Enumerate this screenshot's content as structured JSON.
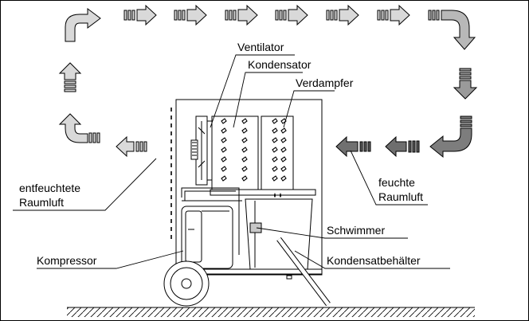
{
  "labels": {
    "ventilator": "Ventilator",
    "kondensator": "Kondensator",
    "verdampfer": "Verdampfer",
    "entfeuchtete_line1": "entfeuchtete",
    "entfeuchtete_line2": "Raumluft",
    "feuchte_line1": "feuchte",
    "feuchte_line2": "Raumluft",
    "schwimmer": "Schwimmer",
    "kompressor": "Kompressor",
    "kondensatbehaelter": "Kondensatbehälter"
  },
  "colors": {
    "dry_air_arrows": "#d0d0d0",
    "humid_air_arrows": "#707070",
    "outline": "#000000",
    "panel": "#ffffff"
  },
  "icons": [
    "airflow-arrow",
    "curved-arrow",
    "fan-icon",
    "wheel-icon",
    "water-drop-icon",
    "float-icon"
  ]
}
